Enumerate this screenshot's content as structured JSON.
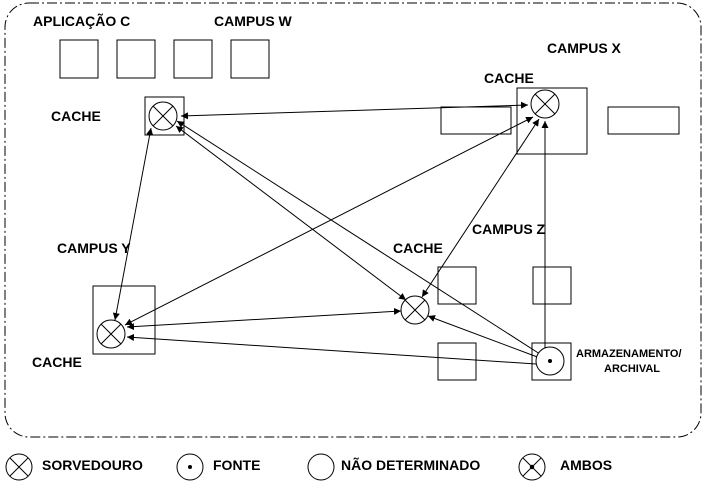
{
  "labels": {
    "aplicacao_c": "APLICAÇÃO C",
    "campus_w": "CAMPUS W",
    "campus_x": "CAMPUS X",
    "campus_y": "CAMPUS Y",
    "campus_z": "CAMPUS Z",
    "cache_w": "CACHE",
    "cache_x": "CACHE",
    "cache_y": "CACHE",
    "cache_z": "CACHE",
    "storage_line1": "ARMAZENAMENTO/",
    "storage_line2": "ARCHIVAL"
  },
  "legend": {
    "sink": "SORVEDOURO",
    "source": "FONTE",
    "undetermined": "NÃO DETERMINADO",
    "both": "AMBOS"
  }
}
